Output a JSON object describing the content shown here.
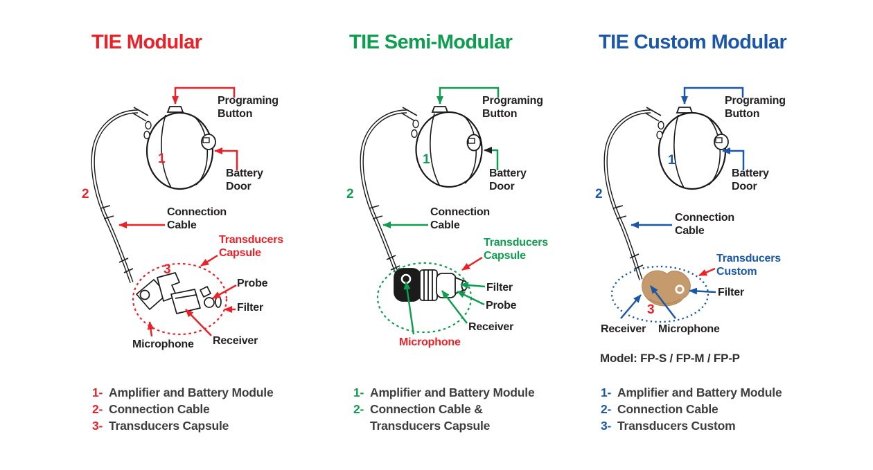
{
  "colors": {
    "accent_red": "#EC2127",
    "accent_green": "#0D9E4F",
    "accent_blue": "#1A57A8",
    "callout_text": "#231F20",
    "legend_text": "#3E3E40",
    "earmold_tan": "#C59A6C"
  },
  "panels": [
    {
      "title": "TIE Modular",
      "numbers": {
        "n1": "1",
        "n2": "2",
        "n3": "3"
      },
      "callouts": {
        "programing_1": "Programing",
        "programing_2": "Button",
        "battery_1": "Battery",
        "battery_2": "Door",
        "connection_1": "Connection",
        "connection_2": "Cable",
        "transducers_1": "Transducers",
        "transducers_2": "Capsule",
        "probe": "Probe",
        "filter": "Filter",
        "microphone": "Microphone",
        "receiver": "Receiver"
      },
      "legend": [
        {
          "num": "1-",
          "text": "Amplifier and Battery Module"
        },
        {
          "num": "2-",
          "text": "Connection Cable"
        },
        {
          "num": "3-",
          "text": "Transducers Capsule"
        }
      ]
    },
    {
      "title": "TIE Semi-Modular",
      "numbers": {
        "n1": "1",
        "n2": "2"
      },
      "callouts": {
        "programing_1": "Programing",
        "programing_2": "Button",
        "battery_1": "Battery",
        "battery_2": "Door",
        "connection_1": "Connection",
        "connection_2": "Cable",
        "transducers_1": "Transducers",
        "transducers_2": "Capsule",
        "filter": "Filter",
        "probe": "Probe",
        "receiver": "Receiver",
        "microphone": "Microphone"
      },
      "legend": [
        {
          "num": "1-",
          "text": "Amplifier and Battery Module"
        },
        {
          "num": "2-",
          "text": "Connection Cable &"
        },
        {
          "num": "",
          "text": "Transducers Capsule"
        }
      ]
    },
    {
      "title": "TIE Custom Modular",
      "numbers": {
        "n1": "1",
        "n2": "2",
        "n3": "3"
      },
      "callouts": {
        "programing_1": "Programing",
        "programing_2": "Button",
        "battery_1": "Battery",
        "battery_2": "Door",
        "connection_1": "Connection",
        "connection_2": "Cable",
        "transducers_1": "Transducers",
        "transducers_2": "Custom",
        "filter": "Filter",
        "receiver": "Receiver",
        "microphone": "Microphone"
      },
      "model": "Model: FP-S / FP-M / FP-P",
      "legend": [
        {
          "num": "1-",
          "text": "Amplifier and Battery Module"
        },
        {
          "num": "2-",
          "text": "Connection Cable"
        },
        {
          "num": "3-",
          "text": "Transducers Custom"
        }
      ]
    }
  ]
}
